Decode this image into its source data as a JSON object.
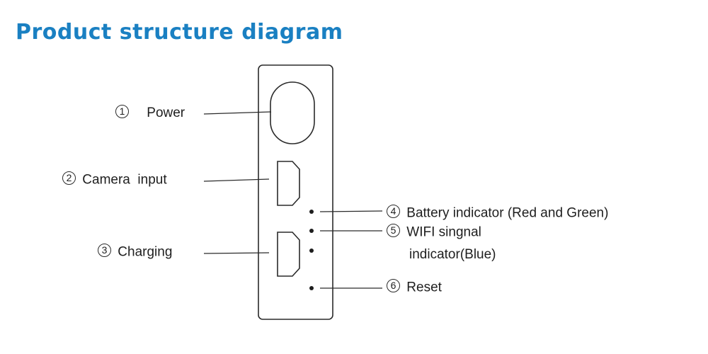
{
  "title": "Product structure diagram",
  "labels": [
    {
      "num": "1",
      "text": "Power"
    },
    {
      "num": "2",
      "text": "Camera  input"
    },
    {
      "num": "3",
      "text": "Charging"
    },
    {
      "num": "4",
      "text": "Battery indicator (Red and Green)"
    },
    {
      "num": "5",
      "text": "WIFI singnal",
      "text_line2": "indicator(Blue)"
    },
    {
      "num": "6",
      "text": "Reset"
    }
  ],
  "colors": {
    "title": "#1a80c2",
    "lines": "#2a2a2a",
    "text": "#1e1e1e"
  }
}
